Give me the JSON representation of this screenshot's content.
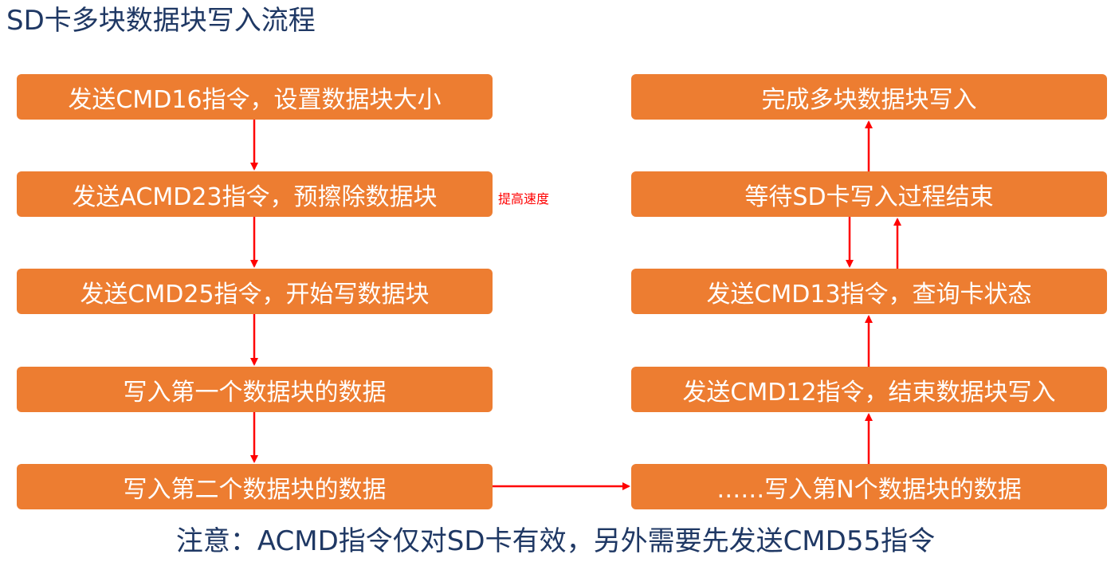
{
  "title": "SD卡多块数据块写入流程",
  "left_steps": [
    "发送CMD16指令，设置数据块大小",
    "发送ACMD23指令，预擦除数据块",
    "发送CMD25指令，开始写数据块",
    "写入第一个数据块的数据",
    "写入第二个数据块的数据"
  ],
  "right_steps": [
    "完成多块数据块写入",
    "等待SD卡写入过程结束",
    "发送CMD13指令，查询卡状态",
    "发送CMD12指令，结束数据块写入",
    "……写入第N个数据块的数据"
  ],
  "side_note": "提高速度",
  "footer_note": "注意：ACMD指令仅对SD卡有效，另外需要先发送CMD55指令",
  "colors": {
    "box_fill": "#ed7d31",
    "box_text": "#ffffff",
    "arrow": "#ff0000",
    "title_text": "#1f3864",
    "side_note": "#ff0000"
  }
}
